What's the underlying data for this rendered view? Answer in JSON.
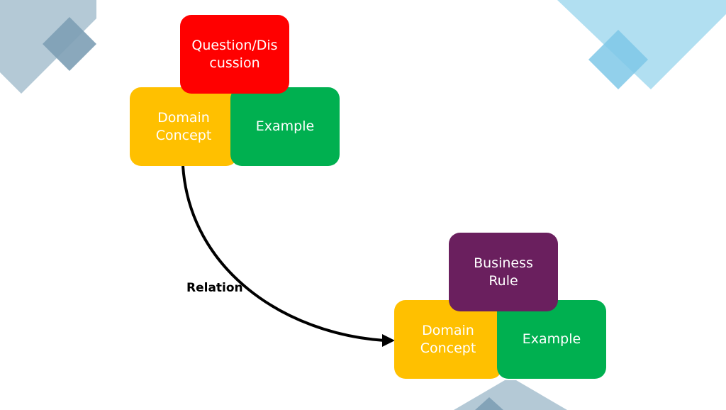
{
  "colors": {
    "question": "#ff0000",
    "concept": "#ffc000",
    "example": "#00b050",
    "rule": "#6a1f5e",
    "deco_gray": "#a7bfcf",
    "deco_gray_dark": "#7d9fb5",
    "deco_blue": "#a9dbef",
    "deco_blue_dark": "#7fc8e8",
    "arrow": "#000000"
  },
  "cluster_top": {
    "question": "Question/Discussion",
    "concept": "Domain Concept",
    "example": "Example"
  },
  "cluster_bottom": {
    "rule": "Business Rule",
    "concept": "Domain Concept",
    "example": "Example"
  },
  "relation_label": "Relation"
}
